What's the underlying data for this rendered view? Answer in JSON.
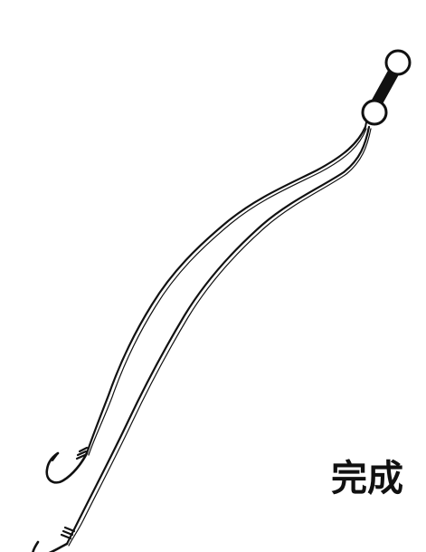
{
  "caption": {
    "text": "完成"
  },
  "colors": {
    "line": "#111111",
    "background": "#ffffff",
    "bead_fill": "#ffffff",
    "swivel_fill": "#111111"
  },
  "parts": {
    "top_bead": "bead",
    "swivel": "swivel",
    "bottom_bead": "bead",
    "hook_upper": "hook",
    "hook_lower": "hook"
  }
}
